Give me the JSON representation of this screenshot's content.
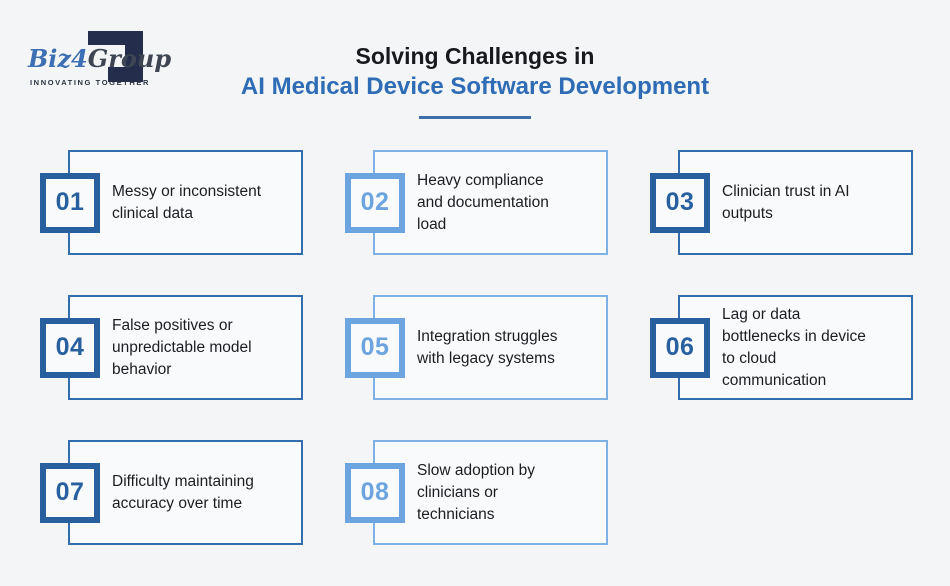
{
  "logo": {
    "brand_part1": "Biz4",
    "brand_part2": "Group",
    "tagline": "INNOVATING TOGETHER"
  },
  "header": {
    "title_line1": "Solving Challenges in",
    "title_line2": "AI Medical Device Software Development"
  },
  "colors": {
    "background": "#f3f5f7",
    "card_background": "#f8fafb",
    "accent_dark_blue": "#28609f",
    "border_dark_blue": "#336dae",
    "accent_light_blue": "#6ca4e0",
    "border_light_blue": "#7eb1e5",
    "title_blue": "#2e6cb6",
    "underline_blue": "#3f6fa9",
    "text_dark": "#1b1d21",
    "logo_navy": "#242e4c",
    "logo_blue": "#3c6fb3",
    "logo_gray": "#3f4653"
  },
  "cards": [
    {
      "number": "01",
      "label": "Messy or inconsistent clinical data",
      "tone": "dark"
    },
    {
      "number": "02",
      "label": "Heavy compliance and documentation load",
      "tone": "light"
    },
    {
      "number": "03",
      "label": "Clinician trust in AI outputs",
      "tone": "dark"
    },
    {
      "number": "04",
      "label": "False positives or unpredictable model behavior",
      "tone": "dark"
    },
    {
      "number": "05",
      "label": "Integration struggles with legacy systems",
      "tone": "light"
    },
    {
      "number": "06",
      "label": "Lag or data bottlenecks in device to cloud communication",
      "tone": "dark"
    },
    {
      "number": "07",
      "label": "Difficulty maintaining accuracy over time",
      "tone": "dark"
    },
    {
      "number": "08",
      "label": "Slow adoption by clinicians or technicians",
      "tone": "light"
    }
  ]
}
